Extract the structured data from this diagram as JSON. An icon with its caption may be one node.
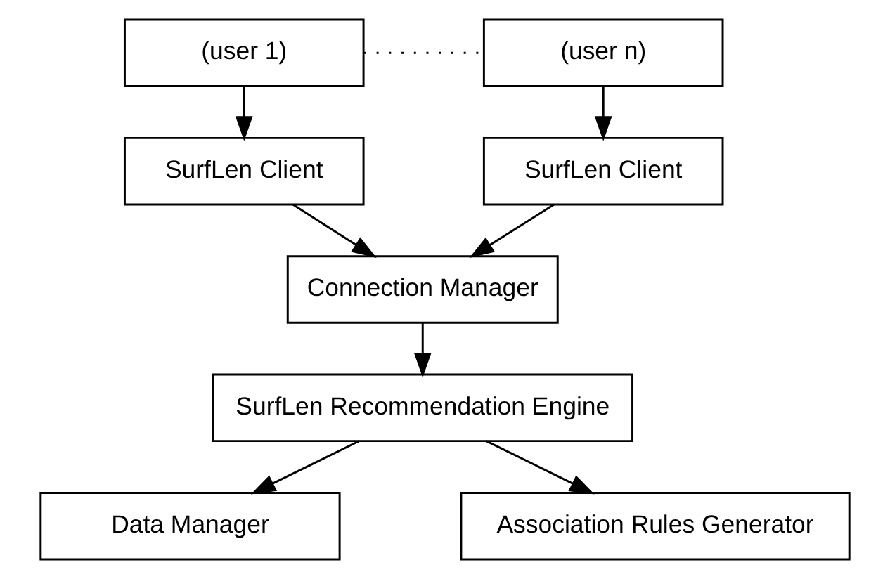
{
  "diagram": {
    "nodes": [
      {
        "text": [
          "(user 1)"
        ]
      },
      {
        "text": [
          "(user n)"
        ]
      },
      {
        "text": [
          "SurfLen Client"
        ]
      },
      {
        "text": [
          "SurfLen Client"
        ]
      },
      {
        "text": [
          "Connection Manager"
        ]
      },
      {
        "text": [
          "SurfLen Recommendation Engine"
        ]
      },
      {
        "text": [
          "Data Manager"
        ]
      },
      {
        "text": [
          "Association Rules Generator"
        ]
      }
    ],
    "edges": [
      {
        "from": 0,
        "to": 1,
        "arrow": "none",
        "style": "dashed"
      },
      {
        "from": 0,
        "to": 2,
        "arrow": "to"
      },
      {
        "from": 1,
        "to": 3,
        "arrow": "to"
      },
      {
        "from": 2,
        "to": 4,
        "arrow": "to"
      },
      {
        "from": 3,
        "to": 4,
        "arrow": "to"
      },
      {
        "from": 4,
        "to": 5,
        "arrow": "to"
      },
      {
        "from": 5,
        "to": 6,
        "arrow": "to"
      },
      {
        "from": 5,
        "to": 7,
        "arrow": "to"
      }
    ]
  }
}
